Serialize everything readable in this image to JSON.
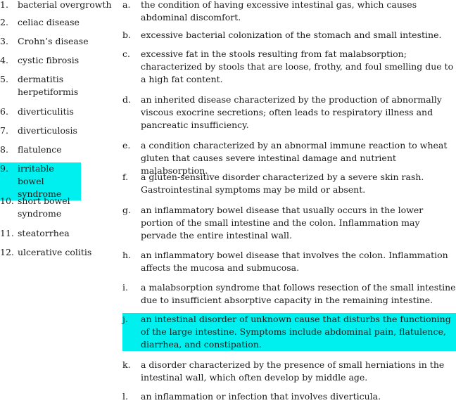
{
  "terms": [
    {
      "num": "1.",
      "text": "bacterial overgrowth"
    },
    {
      "num": "2.",
      "text": "celiac disease"
    },
    {
      "num": "3.",
      "text": "Crohn’s disease"
    },
    {
      "num": "4.",
      "text": "cystic fibrosis"
    },
    {
      "num": "5.",
      "text": "dermatitis herpetiformis"
    },
    {
      "num": "6.",
      "text": "diverticulitis"
    },
    {
      "num": "7.",
      "text": "diverticulosis"
    },
    {
      "num": "8.",
      "text": "flatulence"
    },
    {
      "num": "9.",
      "text": "irritable bowel syndrome",
      "highlighted": true
    },
    {
      "num": "10.",
      "text": "short bowel syndrome"
    },
    {
      "num": "11.",
      "text": "steatorrhea"
    },
    {
      "num": "12.",
      "text": "ulcerative colitis"
    }
  ],
  "definitions": [
    {
      "letter": "a.",
      "text": "the condition of having excessive intestinal gas, which causes abdominal discomfort."
    },
    {
      "letter": "b.",
      "text": "excessive bacterial colonization of the stomach and small intestine."
    },
    {
      "letter": "c.",
      "text": "excessive fat in the stools resulting from fat malabsorption; characterized by stools that are loose, frothy, and foul smelling due to a high fat content."
    },
    {
      "letter": "d.",
      "text": "an inherited disease characterized by the production of abnormally viscous exocrine secretions; often leads to respiratory illness and pancreatic insufficiency."
    },
    {
      "letter": "e.",
      "text": "a condition characterized by an abnormal immune reaction to wheat gluten that causes severe intestinal damage and nutrient malabsorption."
    },
    {
      "letter": "f.",
      "text": "a gluten-sensitive disorder characterized by a severe skin rash. Gastrointestinal symptoms may be mild or absent."
    },
    {
      "letter": "g.",
      "text": "an inflammatory bowel disease that usually occurs in the lower portion of the small intestine and the colon. Inflammation may pervade the entire intestinal wall."
    },
    {
      "letter": "h.",
      "text": "an inflammatory bowel disease that involves the colon. Inflammation affects the mucosa and submucosa."
    },
    {
      "letter": "i.",
      "text": "a malabsorption syndrome that follows resection of the small intestine due to insufficient absorptive capacity in the remaining intestine."
    },
    {
      "letter": "j.",
      "text": "an intestinal disorder of unknown cause that disturbs the functioning of the large intestine. Symptoms include abdominal pain, flatulence, diarrhea, and constipation.",
      "highlighted": true
    },
    {
      "letter": "k.",
      "text": "a disorder characterized by the presence of small herniations in the intestinal wall, which often develop by middle age."
    },
    {
      "letter": "l.",
      "text": "an inflammation or infection that involves diverticula."
    }
  ],
  "colors": {
    "highlight": "#00f0f0",
    "text": "#1a1a1a"
  }
}
